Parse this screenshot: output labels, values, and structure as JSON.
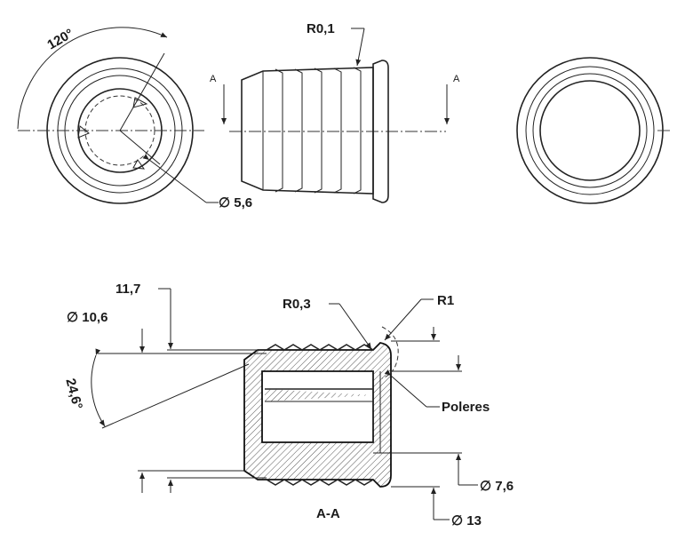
{
  "top_left_view": {
    "angle_label": "120°",
    "diameter_label": "∅ 5,6"
  },
  "top_middle_view": {
    "radius_label": "R0,1",
    "section_mark_left": "A",
    "section_mark_right": "A"
  },
  "section_view": {
    "dim_11_7": "11,7",
    "dim_10_6": "∅ 10,6",
    "angle_label": "24,6°",
    "radius_03": "R0,3",
    "radius_1": "R1",
    "polish_note": "Poleres",
    "dim_7_6": "∅ 7,6",
    "dim_13": "∅ 13",
    "section_title": "A-A"
  },
  "colors": {
    "line": "#222222",
    "hatch": "#555555",
    "background": "#ffffff"
  }
}
